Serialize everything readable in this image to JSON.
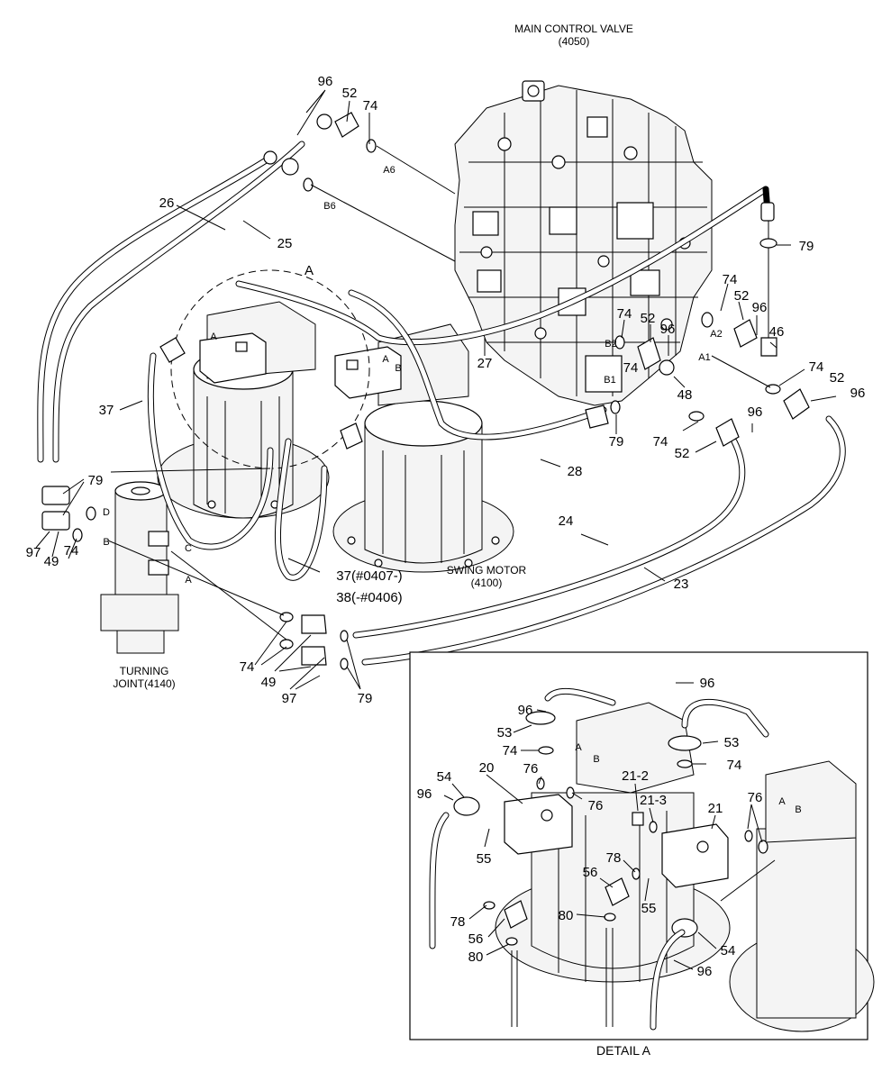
{
  "components": {
    "main_control_valve": {
      "name": "MAIN CONTROL VALVE",
      "code": "(4050)"
    },
    "swing_motor": {
      "name": "SWING MOTOR",
      "code": "(4100)"
    },
    "turning_joint": {
      "name": "TURNING",
      "name2": "JOINT(4140)"
    },
    "detail_caption": "DETAIL A",
    "detail_marker": "A"
  },
  "callouts": {
    "p96a": "96",
    "p52a": "52",
    "p74a": "74",
    "p26": "26",
    "p25": "25",
    "p79a": "79",
    "p74b": "74",
    "p52b": "52",
    "p96b": "96",
    "p46": "46",
    "p74c": "74",
    "p52c": "52",
    "p96c": "96",
    "p48": "48",
    "p27": "27",
    "p37": "37",
    "p74d": "74",
    "p52d": "52",
    "p96d": "96",
    "p74e": "74",
    "p52e": "52",
    "p96e": "96",
    "p79b": "79",
    "p74f": "74",
    "p28": "28",
    "p24": "24",
    "p23": "23",
    "p79c": "79",
    "p97a": "97",
    "p49a": "49",
    "p74g": "74",
    "p37b": "37(#0407-)",
    "p38": "38(-#0406)",
    "p74h": "74",
    "p49b": "49",
    "p97b": "97",
    "p79d": "79"
  },
  "port_labels": {
    "a6": "A6",
    "b6": "B6",
    "a2": "A2",
    "b2": "B2",
    "a1": "A1",
    "b1": "B1",
    "tj_d": "D",
    "tj_b": "B",
    "tj_c": "C",
    "tj_a": "A",
    "sm_a": "A",
    "sm_b": "B",
    "sm_a2": "A"
  },
  "detail_callouts": {
    "d96a": "96",
    "d96b": "96",
    "d53a": "53",
    "d53b": "53",
    "d74a": "74",
    "d74b": "74",
    "d20": "20",
    "d54a": "54",
    "d76a": "76",
    "d76b": "76",
    "d21_2": "21-2",
    "d21_3": "21-3",
    "d21": "21",
    "d76c": "76",
    "d96c": "96",
    "d55a": "55",
    "d78a": "78",
    "d56a": "56",
    "d55b": "55",
    "d78b": "78",
    "d80a": "80",
    "d56b": "56",
    "d80b": "80",
    "d54b": "54",
    "d96d": "96",
    "dA1": "A",
    "dB1": "B",
    "dA2": "A",
    "dB2": "B"
  }
}
